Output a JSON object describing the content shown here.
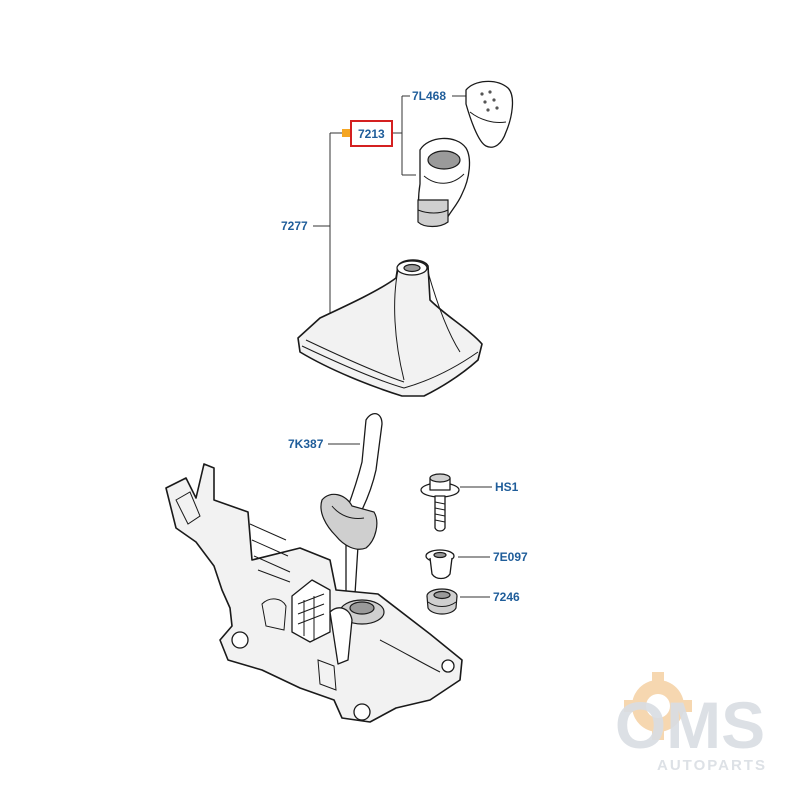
{
  "colors": {
    "callout_text": "#1f5d9a",
    "highlight_box": "#d42020",
    "marker": "#f5a623",
    "watermark_gray": "#d9dde3",
    "watermark_orange": "#f6d7b0"
  },
  "callouts": {
    "knob_insert": "7L468",
    "knob": "7213",
    "boot": "7277",
    "shift_lever": "7K387",
    "bolt": "HS1",
    "bushing": "7E097",
    "grommet": "7246"
  },
  "watermark": {
    "brand": "OMS",
    "subtitle": "AUTOPARTS"
  }
}
